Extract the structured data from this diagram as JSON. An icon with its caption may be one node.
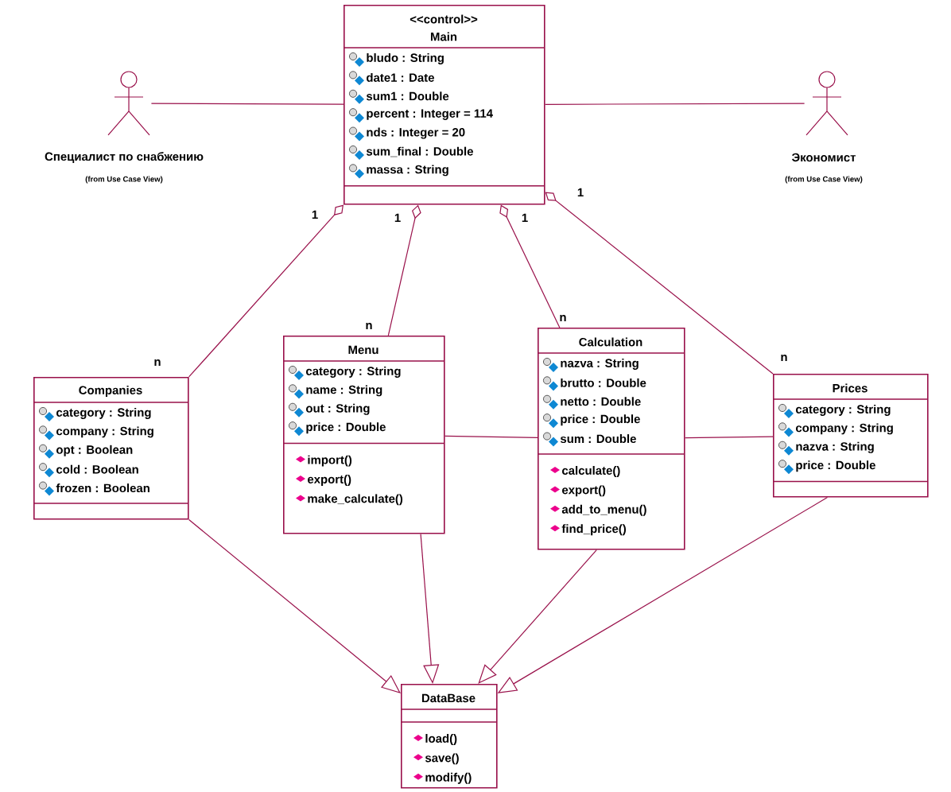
{
  "diagram": {
    "nodes": [
      {
        "text": [
          "<<control>>",
          "Main",
          "bludo : String",
          "date1 : Date",
          "sum1 : Double",
          "percent : Integer = 114",
          "nds : Integer = 20",
          "sum_final : Double",
          "massa : String"
        ]
      },
      {
        "text": [
          "Специалист по снабжению",
          "(from Use Case View)"
        ]
      },
      {
        "text": [
          "Экономист",
          "(from Use Case View)"
        ]
      },
      {
        "text": [
          "Companies",
          "category : String",
          "company : String",
          "opt : Boolean",
          "cold : Boolean",
          "frozen : Boolean"
        ]
      },
      {
        "text": [
          "Menu",
          "category : String",
          "name : String",
          "out : String",
          "price : Double",
          "import()",
          "export()",
          "make_calculate()"
        ]
      },
      {
        "text": [
          "Calculation",
          "nazva : String",
          "brutto : Double",
          "netto : Double",
          "price : Double",
          "sum : Double",
          "calculate()",
          "export()",
          "add_to_menu()",
          "find_price()"
        ]
      },
      {
        "text": [
          "Prices",
          "category : String",
          "company : String",
          "nazva : String",
          "price : Double"
        ]
      },
      {
        "text": [
          "DataBase",
          "load()",
          "save()",
          "modify()"
        ]
      }
    ],
    "edges": [
      {
        "from": 1,
        "to": 0,
        "arrow": "none"
      },
      {
        "from": 0,
        "to": 2,
        "arrow": "none"
      },
      {
        "from": 0,
        "to": 3,
        "arrow": "other"
      },
      {
        "from": 0,
        "to": 4,
        "arrow": "other"
      },
      {
        "from": 0,
        "to": 5,
        "arrow": "other"
      },
      {
        "from": 0,
        "to": 6,
        "arrow": "other"
      },
      {
        "from": 4,
        "to": 5,
        "arrow": "none"
      },
      {
        "from": 5,
        "to": 6,
        "arrow": "none"
      },
      {
        "from": 3,
        "to": 7,
        "arrow": "to"
      },
      {
        "from": 4,
        "to": 7,
        "arrow": "to"
      },
      {
        "from": 5,
        "to": 7,
        "arrow": "to"
      },
      {
        "from": 6,
        "to": 7,
        "arrow": "to"
      }
    ],
    "labels": [
      "1",
      "1",
      "1",
      "1",
      "n",
      "n",
      "n",
      "n"
    ]
  }
}
